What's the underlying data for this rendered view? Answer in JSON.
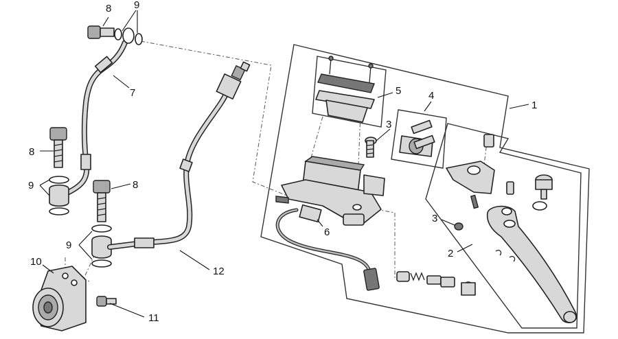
{
  "callouts": {
    "c1": "1",
    "c2": "2",
    "c3a": "3",
    "c3b": "3",
    "c4": "4",
    "c5": "5",
    "c6": "6",
    "c7": "7",
    "c8a": "8",
    "c8b": "8",
    "c8c": "8",
    "c9a": "9",
    "c9b": "9",
    "c9c": "9",
    "c10": "10",
    "c11": "11",
    "c12": "12"
  },
  "colors": {
    "line": "#222222",
    "part_fill": "#d8d8d8",
    "background": "#ffffff"
  }
}
